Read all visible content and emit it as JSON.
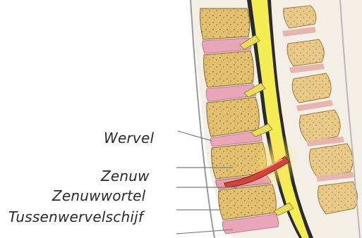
{
  "labels": {
    "vertebra": "Wervel",
    "nerve": "Zenuw",
    "nerve_root": "Zenuwwortel",
    "disc": "Tussenwervelschijf"
  },
  "colors": {
    "bone": "#e2c071",
    "bone_speckle": "#b08a3a",
    "disc": "#e8a6b8",
    "spinal_cord": "#f3ec52",
    "dura": "#2a2a2a",
    "inflamed_nerve": "#d2443a",
    "leader_line": "#808080",
    "process": "#e9c98a"
  }
}
